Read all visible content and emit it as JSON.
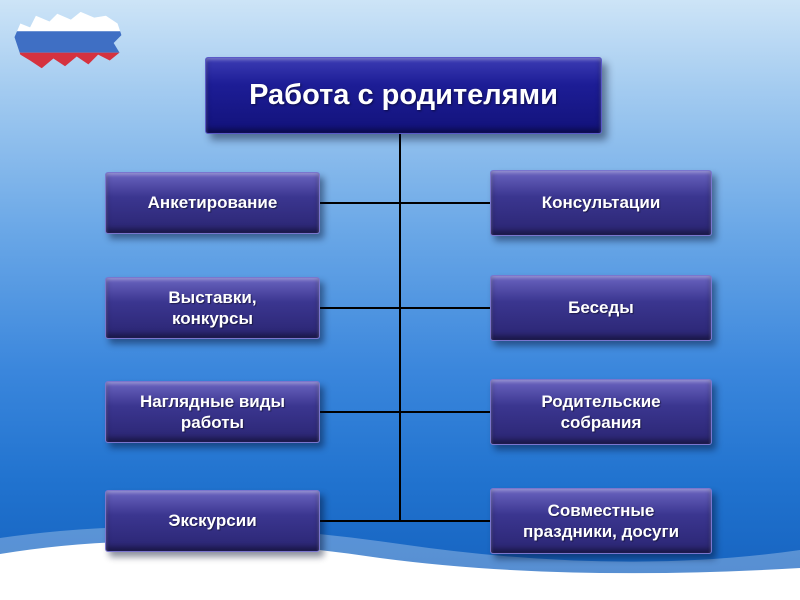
{
  "title": "Работа с родителями",
  "nodes": {
    "left": [
      {
        "label": "Анкетирование"
      },
      {
        "label": "Выставки,\nконкурсы"
      },
      {
        "label": "Наглядные виды\nработы"
      },
      {
        "label": "Экскурсии"
      }
    ],
    "right": [
      {
        "label": "Консультации"
      },
      {
        "label": "Беседы"
      },
      {
        "label": "Родительские\nсобрания"
      },
      {
        "label": "Совместные\nпраздники, досуги"
      }
    ]
  },
  "icons": {
    "top_left": "russia-map-flag-icon"
  },
  "colors": {
    "node_box": "#3b3690",
    "title_box": "#1d1d96",
    "connector": "#000000",
    "background_top": "#cde4f7",
    "background_bottom": "#1460bd",
    "flag_white": "#ffffff",
    "flag_blue": "#3f6fc4",
    "flag_red": "#d5323f"
  }
}
